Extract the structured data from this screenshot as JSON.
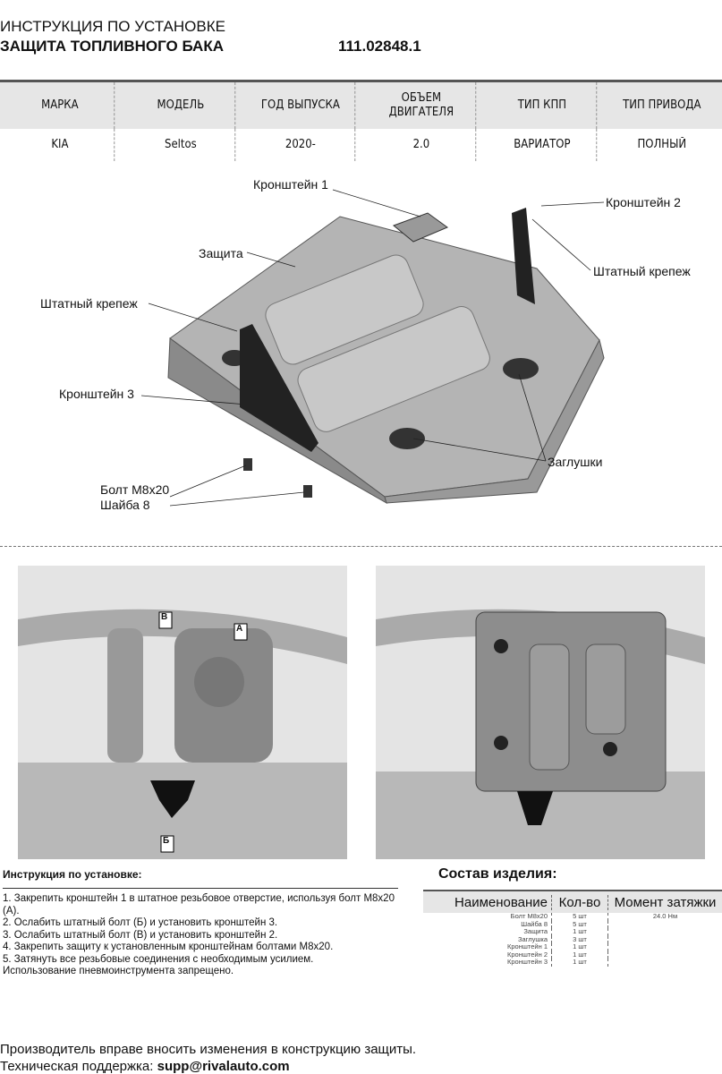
{
  "header": {
    "doc_type": "ИНСТРУКЦИЯ ПО УСТАНОВКЕ",
    "product": "ЗАЩИТА ТОПЛИВНОГО БАКА",
    "article": "111.02848.1"
  },
  "spec": {
    "headers": [
      "МАРКА",
      "МОДЕЛЬ",
      "ГОД ВЫПУСКА",
      "ОБЪЕМ ДВИГАТЕЛЯ",
      "ТИП КПП",
      "ТИП ПРИВОДА"
    ],
    "values": [
      "KIA",
      "Seltos",
      "2020-",
      "2.0",
      "ВАРИАТОР",
      "ПОЛНЫЙ"
    ]
  },
  "diagram": {
    "labels": {
      "bracket1": "Кронштейн 1",
      "bracket2": "Кронштейн 2",
      "shield": "Защита",
      "std_fastener_left": "Штатный крепеж",
      "std_fastener_right": "Штатный крепеж",
      "bracket3": "Кронштейн 3",
      "plugs": "Заглушки",
      "bolt": "Болт М8х20",
      "washer": "Шайба 8"
    }
  },
  "photos": {
    "markers": [
      "В",
      "А",
      "Б"
    ]
  },
  "instructions": {
    "title": "Инструкция по установке:",
    "steps": [
      "1. Закрепить кронштейн 1 в штатное резьбовое отверстие, используя болт М8х20 (А).",
      "2. Ослабить штатный болт (Б) и установить кронштейн 3.",
      "3. Ослабить штатный болт (В) и установить кронштейн 2.",
      "4. Закрепить защиту к установленным кронштейнам болтами М8х20.",
      "5. Затянуть все резьбовые соединения с необходимым усилием.",
      "Использование пневмоинструмента запрещено."
    ]
  },
  "composition": {
    "title": "Состав изделия:",
    "headers": [
      "Наименование",
      "Кол-во",
      "Момент затяжки"
    ],
    "rows": [
      [
        "Болт М8х20",
        "5 шт",
        "24.0 Нм"
      ],
      [
        "Шайба 8",
        "5 шт",
        ""
      ],
      [
        "Защита",
        "1 шт",
        ""
      ],
      [
        "Заглушка",
        "3 шт",
        ""
      ],
      [
        "Кронштейн 1",
        "1 шт",
        ""
      ],
      [
        "Кронштейн 2",
        "1 шт",
        ""
      ],
      [
        "Кронштейн 3",
        "1 шт",
        ""
      ]
    ]
  },
  "footer": {
    "note": "Производитель вправе вносить изменения в конструкцию защиты.",
    "support_label": "Техническая поддержка:",
    "support_email": "supp@rivalauto.com"
  }
}
